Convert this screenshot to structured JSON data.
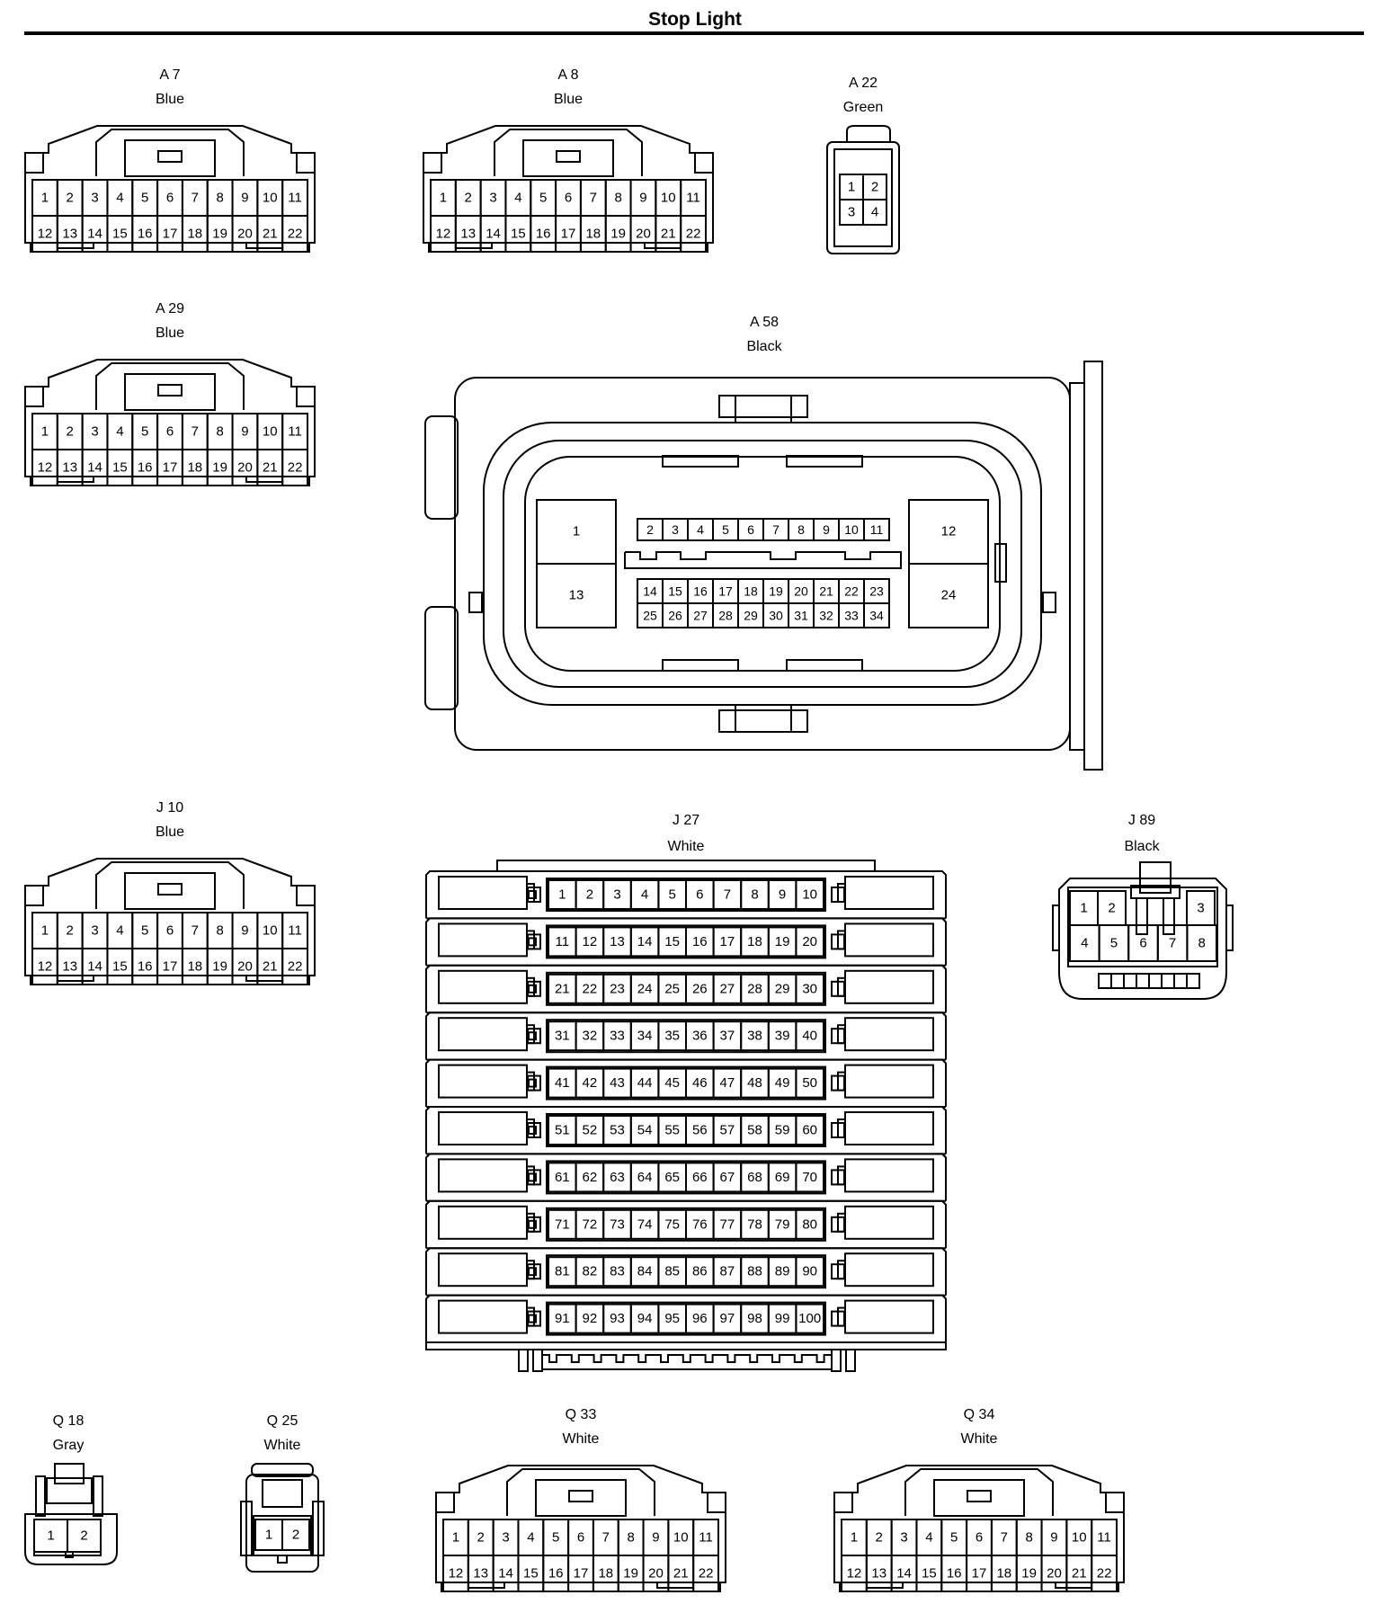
{
  "title": "Stop Light",
  "connectors": [
    {
      "id": "A7",
      "code": "A 7",
      "color": "Blue"
    },
    {
      "id": "A8",
      "code": "A 8",
      "color": "Blue"
    },
    {
      "id": "A22",
      "code": "A 22",
      "color": "Green"
    },
    {
      "id": "A29",
      "code": "A 29",
      "color": "Blue"
    },
    {
      "id": "A58",
      "code": "A 58",
      "color": "Black"
    },
    {
      "id": "J10",
      "code": "J 10",
      "color": "Blue"
    },
    {
      "id": "J27",
      "code": "J 27",
      "color": "White"
    },
    {
      "id": "J89",
      "code": "J 89",
      "color": "Black"
    },
    {
      "id": "Q18",
      "code": "Q 18",
      "color": "Gray"
    },
    {
      "id": "Q25",
      "code": "Q 25",
      "color": "White"
    },
    {
      "id": "Q33",
      "code": "Q 33",
      "color": "White"
    },
    {
      "id": "Q34",
      "code": "Q 34",
      "color": "White"
    }
  ],
  "pins": {
    "A7": {
      "row1": [
        "1",
        "2",
        "3",
        "4",
        "5",
        "6",
        "7",
        "8",
        "9",
        "10",
        "11"
      ],
      "row2": [
        "12",
        "13",
        "14",
        "15",
        "16",
        "17",
        "18",
        "19",
        "20",
        "21",
        "22"
      ]
    },
    "A8": {
      "row1": [
        "1",
        "2",
        "3",
        "4",
        "5",
        "6",
        "7",
        "8",
        "9",
        "10",
        "11"
      ],
      "row2": [
        "12",
        "13",
        "14",
        "15",
        "16",
        "17",
        "18",
        "19",
        "20",
        "21",
        "22"
      ]
    },
    "A22": {
      "row1": [
        "1",
        "2"
      ],
      "row2": [
        "3",
        "4"
      ]
    },
    "A29": {
      "row1": [
        "1",
        "2",
        "3",
        "4",
        "5",
        "6",
        "7",
        "8",
        "9",
        "10",
        "11"
      ],
      "row2": [
        "12",
        "13",
        "14",
        "15",
        "16",
        "17",
        "18",
        "19",
        "20",
        "21",
        "22"
      ]
    },
    "A58": {
      "left": [
        "1",
        "13"
      ],
      "right": [
        "12",
        "24"
      ],
      "row1": [
        "2",
        "3",
        "4",
        "5",
        "6",
        "7",
        "8",
        "9",
        "10",
        "11"
      ],
      "row2": [
        "14",
        "15",
        "16",
        "17",
        "18",
        "19",
        "20",
        "21",
        "22",
        "23"
      ],
      "row3": [
        "25",
        "26",
        "27",
        "28",
        "29",
        "30",
        "31",
        "32",
        "33",
        "34"
      ]
    },
    "J10": {
      "row1": [
        "1",
        "2",
        "3",
        "4",
        "5",
        "6",
        "7",
        "8",
        "9",
        "10",
        "11"
      ],
      "row2": [
        "12",
        "13",
        "14",
        "15",
        "16",
        "17",
        "18",
        "19",
        "20",
        "21",
        "22"
      ]
    },
    "J27": {
      "rows": [
        [
          "1",
          "2",
          "3",
          "4",
          "5",
          "6",
          "7",
          "8",
          "9",
          "10"
        ],
        [
          "11",
          "12",
          "13",
          "14",
          "15",
          "16",
          "17",
          "18",
          "19",
          "20"
        ],
        [
          "21",
          "22",
          "23",
          "24",
          "25",
          "26",
          "27",
          "28",
          "29",
          "30"
        ],
        [
          "31",
          "32",
          "33",
          "34",
          "35",
          "36",
          "37",
          "38",
          "39",
          "40"
        ],
        [
          "41",
          "42",
          "43",
          "44",
          "45",
          "46",
          "47",
          "48",
          "49",
          "50"
        ],
        [
          "51",
          "52",
          "53",
          "54",
          "55",
          "56",
          "57",
          "58",
          "59",
          "60"
        ],
        [
          "61",
          "62",
          "63",
          "64",
          "65",
          "66",
          "67",
          "68",
          "69",
          "70"
        ],
        [
          "71",
          "72",
          "73",
          "74",
          "75",
          "76",
          "77",
          "78",
          "79",
          "80"
        ],
        [
          "81",
          "82",
          "83",
          "84",
          "85",
          "86",
          "87",
          "88",
          "89",
          "90"
        ],
        [
          "91",
          "92",
          "93",
          "94",
          "95",
          "96",
          "97",
          "98",
          "99",
          "100"
        ]
      ]
    },
    "J89": {
      "row1": [
        "1",
        "2",
        "3"
      ],
      "row2": [
        "4",
        "5",
        "6",
        "7",
        "8"
      ]
    },
    "Q18": {
      "row1": [
        "1",
        "2"
      ]
    },
    "Q25": {
      "row1": [
        "1",
        "2"
      ]
    },
    "Q33": {
      "row1": [
        "1",
        "2",
        "3",
        "4",
        "5",
        "6",
        "7",
        "8",
        "9",
        "10",
        "11"
      ],
      "row2": [
        "12",
        "13",
        "14",
        "15",
        "16",
        "17",
        "18",
        "19",
        "20",
        "21",
        "22"
      ]
    },
    "Q34": {
      "row1": [
        "1",
        "2",
        "3",
        "4",
        "5",
        "6",
        "7",
        "8",
        "9",
        "10",
        "11"
      ],
      "row2": [
        "12",
        "13",
        "14",
        "15",
        "16",
        "17",
        "18",
        "19",
        "20",
        "21",
        "22"
      ]
    }
  }
}
